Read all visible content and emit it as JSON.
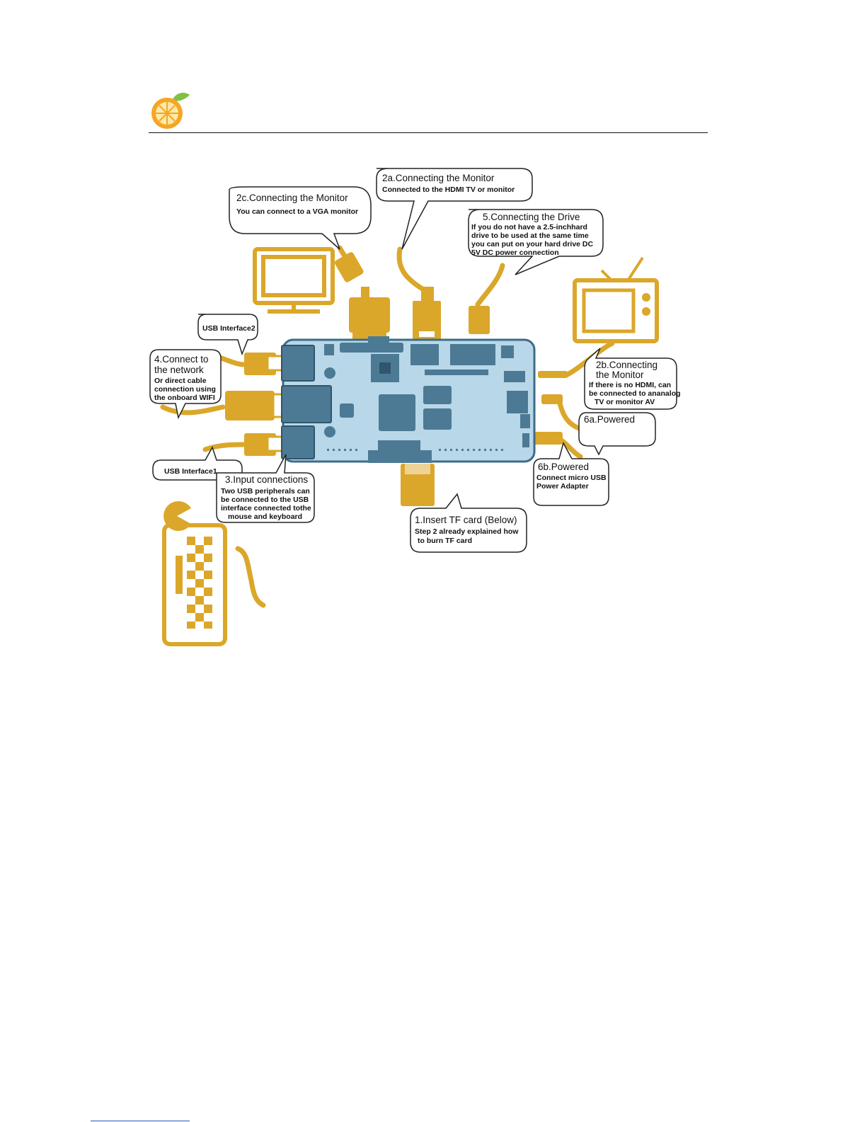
{
  "callouts": {
    "c2c": {
      "title": "2c.Connecting the Monitor",
      "lines": [
        "You can connect to a VGA monitor"
      ]
    },
    "c2a": {
      "title": "2a.Connecting the Monitor",
      "lines": [
        "Connected to the HDMI TV or monitor"
      ]
    },
    "c5": {
      "title": "5.Connecting the Drive",
      "lines": [
        "If you do not have a 2.5-inchhard",
        "drive to be used at the same  time",
        "you can put on your hard drive DC",
        "5V DC power connection"
      ]
    },
    "usb2": {
      "title": "USB Interface2",
      "lines": []
    },
    "c4": {
      "title": "4.Connect to",
      "title2": "the network",
      "lines": [
        "Or direct cable",
        "connection using",
        "the onboard WIFI"
      ]
    },
    "c2b": {
      "title": "2b.Connecting",
      "title2": "the Monitor",
      "lines": [
        "If there is no HDMI, can",
        "be connected to ananalog",
        "TV or monitor AV"
      ]
    },
    "c6a": {
      "title": "6a.Powered",
      "lines": []
    },
    "usb1": {
      "title": "USB Interface1",
      "lines": []
    },
    "c3": {
      "title": "3.Input connections",
      "lines": [
        "Two USB peripherals can",
        "be connected to the USB",
        "interface connected tothe",
        "mouse and keyboard"
      ]
    },
    "c6b": {
      "title": "6b.Powered",
      "lines": [
        "Connect micro USB",
        "Power Adapter"
      ]
    },
    "c1": {
      "title": "1.Insert TF card (Below)",
      "lines": [
        "Step 2 already explained how",
        "to burn TF card"
      ]
    }
  },
  "colors": {
    "accent": "#dba72a",
    "board": "#b8d7e8",
    "board_stroke": "#3d6c87",
    "component": "#4c7a94",
    "orange": "#f5a623",
    "green": "#7fc241"
  },
  "icons": [
    "orange-logo-icon",
    "monitor-icon",
    "tv-icon",
    "mouse-icon",
    "keyboard-icon"
  ]
}
